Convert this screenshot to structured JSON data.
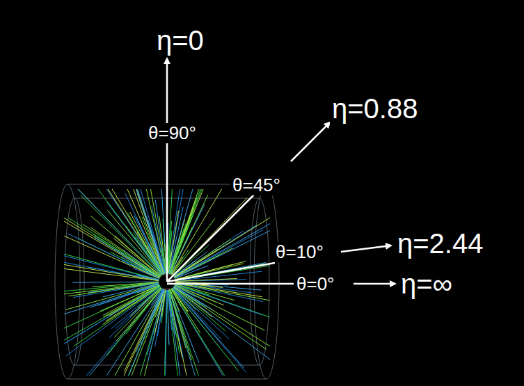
{
  "diagram": {
    "labels": [
      "η=0",
      "θ=90°",
      "η=0.88",
      "θ=45°",
      "θ=10°",
      "η=2.44",
      "θ=0°",
      "η=∞"
    ]
  }
}
